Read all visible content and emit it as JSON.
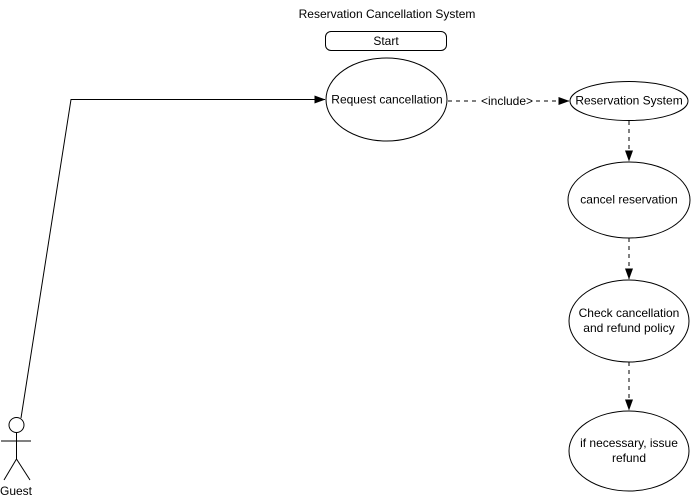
{
  "diagram": {
    "title": "Reservation Cancellation System",
    "start": {
      "label": "Start"
    },
    "actor": {
      "label": "Guest"
    },
    "nodes": [
      {
        "id": "request-cancellation",
        "shape": "ellipse",
        "label": "Request cancellation"
      },
      {
        "id": "reservation-system",
        "shape": "ellipse",
        "label": "Reservation System"
      },
      {
        "id": "cancel-reservation",
        "shape": "ellipse",
        "label": "cancel reservation"
      },
      {
        "id": "check-policy",
        "shape": "ellipse",
        "label": "Check cancellation\nand refund policy"
      },
      {
        "id": "issue-refund",
        "shape": "ellipse",
        "label": "if necessary, issue\nrefund"
      }
    ],
    "edges": [
      {
        "from": "Guest",
        "to": "Request cancellation",
        "style": "solid",
        "label": ""
      },
      {
        "from": "Request cancellation",
        "to": "Reservation System",
        "style": "dashed",
        "label": "<include>"
      },
      {
        "from": "Reservation System",
        "to": "cancel reservation",
        "style": "dashed",
        "label": ""
      },
      {
        "from": "cancel reservation",
        "to": "Check cancellation and refund policy",
        "style": "dashed",
        "label": ""
      },
      {
        "from": "Check cancellation and refund policy",
        "to": "if necessary, issue refund",
        "style": "dashed",
        "label": ""
      }
    ],
    "colors": {
      "stroke": "#000000",
      "fill": "#ffffff",
      "text": "#000000",
      "background": "#ffffff"
    }
  }
}
